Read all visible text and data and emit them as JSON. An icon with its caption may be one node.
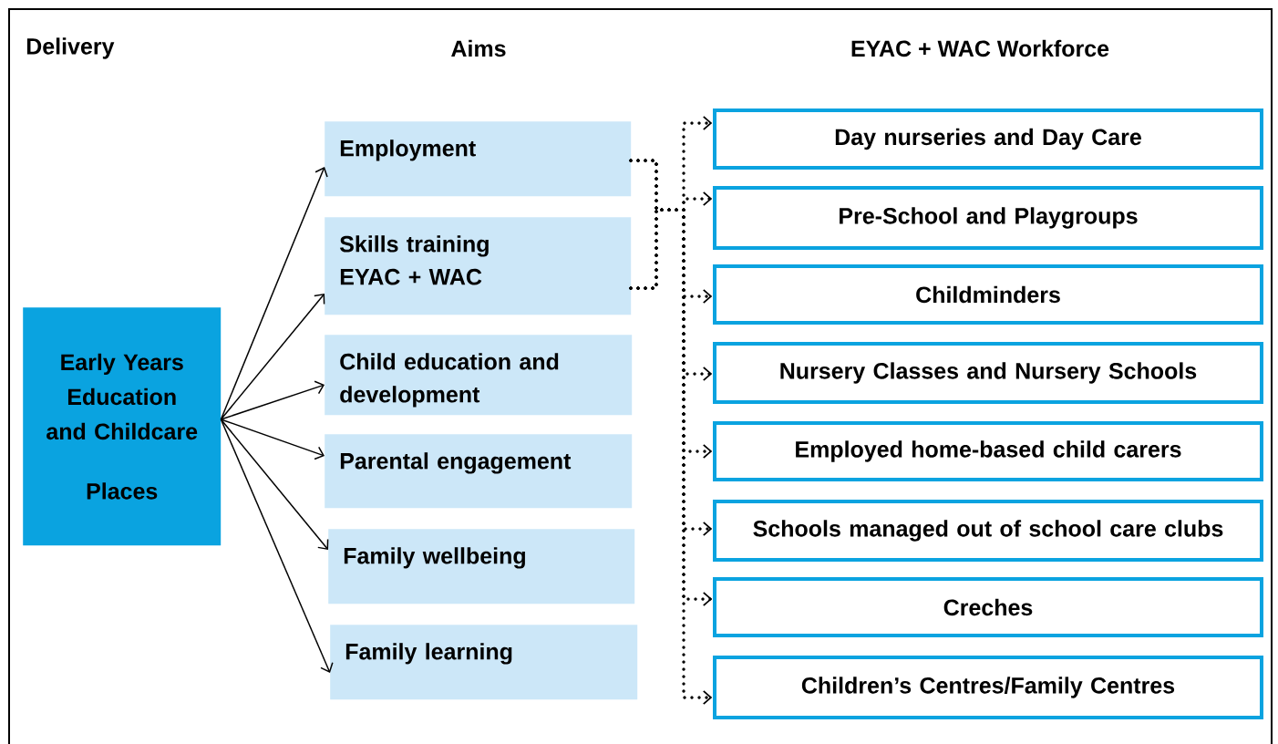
{
  "diagram": {
    "nodes": [
      {
        "text": [
          "Early Years Education and Childcare",
          "Places"
        ]
      },
      {
        "text": [
          "Employment"
        ]
      },
      {
        "text": [
          "Skills training EYAC + WAC"
        ]
      },
      {
        "text": [
          "Child education and development"
        ]
      },
      {
        "text": [
          "Parental engagement"
        ]
      },
      {
        "text": [
          "Family wellbeing"
        ]
      },
      {
        "text": [
          "Family learning"
        ]
      },
      {
        "text": [
          "Day nurseries and Day Care"
        ]
      },
      {
        "text": [
          "Pre-School and Playgroups"
        ]
      },
      {
        "text": [
          "Childminders"
        ]
      },
      {
        "text": [
          "Nursery Classes and Nursery Schools"
        ]
      },
      {
        "text": [
          "Employed home-based child carers"
        ]
      },
      {
        "text": [
          "Schools managed out of school care clubs"
        ]
      },
      {
        "text": [
          "Creches"
        ]
      },
      {
        "text": [
          "Children’s Centres/Family Centres"
        ]
      }
    ],
    "edges": [
      {
        "from": 0,
        "to": 1,
        "arrow": "to"
      },
      {
        "from": 0,
        "to": 2,
        "arrow": "to"
      },
      {
        "from": 0,
        "to": 3,
        "arrow": "to"
      },
      {
        "from": 0,
        "to": 4,
        "arrow": "to"
      },
      {
        "from": 0,
        "to": 5,
        "arrow": "to"
      },
      {
        "from": 0,
        "to": 6,
        "arrow": "to"
      },
      {
        "from": 1,
        "to": 7,
        "arrow": "to",
        "style": "dashed"
      },
      {
        "from": 1,
        "to": 8,
        "arrow": "to",
        "style": "dashed"
      },
      {
        "from": 1,
        "to": 9,
        "arrow": "to",
        "style": "dashed"
      },
      {
        "from": 1,
        "to": 10,
        "arrow": "to",
        "style": "dashed"
      },
      {
        "from": 1,
        "to": 11,
        "arrow": "to",
        "style": "dashed"
      },
      {
        "from": 1,
        "to": 12,
        "arrow": "to",
        "style": "dashed"
      },
      {
        "from": 1,
        "to": 13,
        "arrow": "to",
        "style": "dashed"
      },
      {
        "from": 1,
        "to": 14,
        "arrow": "to",
        "style": "dashed"
      },
      {
        "from": 2,
        "to": 7,
        "arrow": "to",
        "style": "dashed"
      },
      {
        "from": 2,
        "to": 8,
        "arrow": "to",
        "style": "dashed"
      },
      {
        "from": 2,
        "to": 9,
        "arrow": "to",
        "style": "dashed"
      },
      {
        "from": 2,
        "to": 10,
        "arrow": "to",
        "style": "dashed"
      },
      {
        "from": 2,
        "to": 11,
        "arrow": "to",
        "style": "dashed"
      },
      {
        "from": 2,
        "to": 12,
        "arrow": "to",
        "style": "dashed"
      },
      {
        "from": 2,
        "to": 13,
        "arrow": "to",
        "style": "dashed"
      },
      {
        "from": 2,
        "to": 14,
        "arrow": "to",
        "style": "dashed"
      }
    ],
    "labels": [
      "Delivery",
      "Aims",
      "EYAC + WAC Workforce"
    ]
  }
}
